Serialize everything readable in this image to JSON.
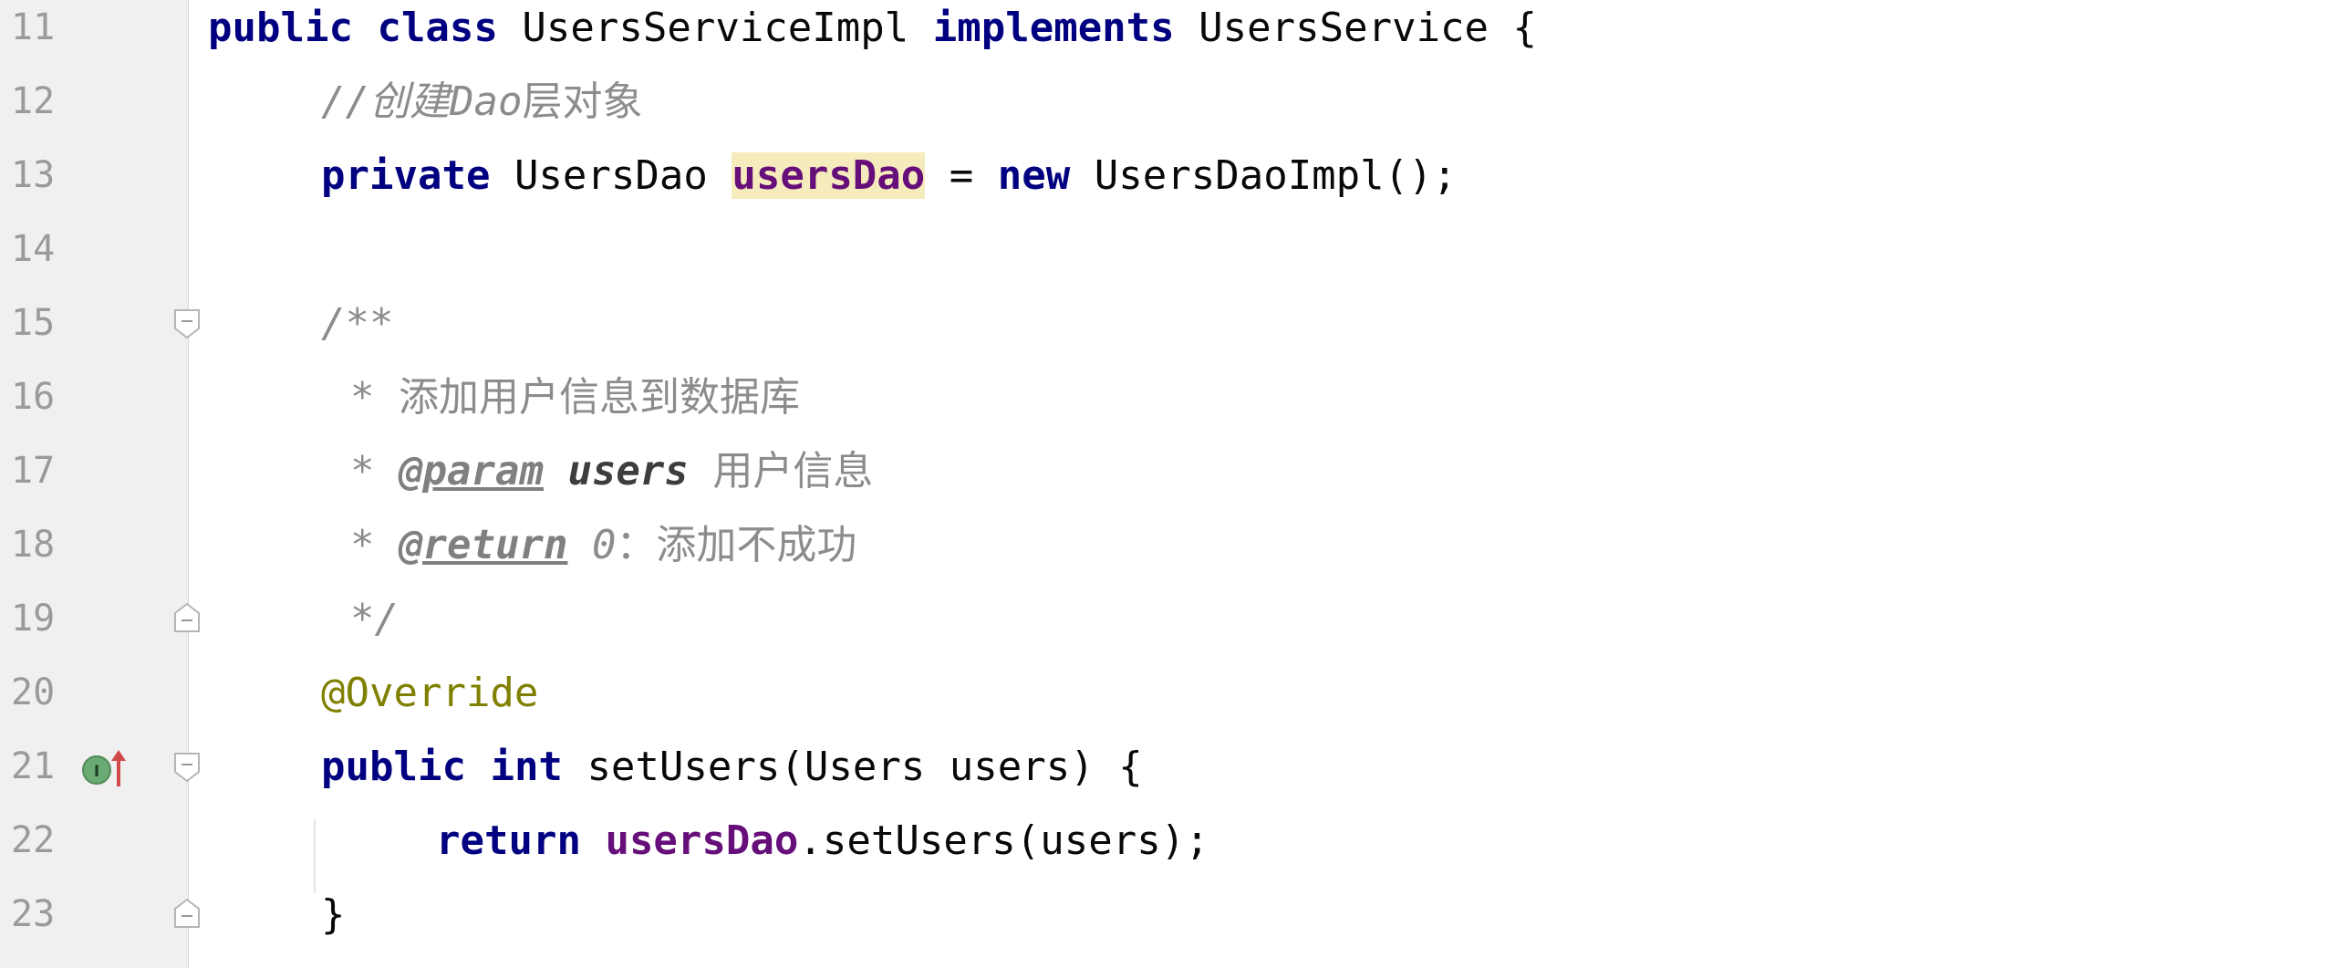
{
  "editor": {
    "lines": [
      {
        "number": "11",
        "tokens": {
          "kw1": "public",
          "kw2": "class",
          "name": "UsersServiceImpl",
          "kw3": "implements",
          "iface": "UsersService",
          "brace": "{"
        }
      },
      {
        "number": "12",
        "tokens": {
          "prefix": "//创建",
          "dao": "Dao",
          "suffix": "层对象"
        }
      },
      {
        "number": "13",
        "tokens": {
          "kw1": "private",
          "type": "UsersDao",
          "field": "usersDao",
          "eq": "=",
          "kw2": "new",
          "rest": "UsersDaoImpl();"
        }
      },
      {
        "number": "14",
        "tokens": {}
      },
      {
        "number": "15",
        "tokens": {
          "text": "/**"
        }
      },
      {
        "number": "16",
        "tokens": {
          "star": "*",
          "text": "添加用户信息到数据库"
        }
      },
      {
        "number": "17",
        "tokens": {
          "star": "*",
          "tag": "@param",
          "param": "users",
          "text": "用户信息"
        }
      },
      {
        "number": "18",
        "tokens": {
          "star": "*",
          "tag": "@return",
          "zero": "0",
          "text": "：添加不成功"
        }
      },
      {
        "number": "19",
        "tokens": {
          "text": "*/"
        }
      },
      {
        "number": "20",
        "tokens": {
          "annotation": "@Override"
        }
      },
      {
        "number": "21",
        "tokens": {
          "kw1": "public",
          "kw2": "int",
          "rest": "setUsers(Users users) {"
        }
      },
      {
        "number": "22",
        "tokens": {
          "kw1": "return",
          "field": "usersDao",
          "rest": ".setUsers(users);"
        }
      },
      {
        "number": "23",
        "tokens": {
          "brace": "}"
        }
      }
    ],
    "gutter_icon": "implements-method-icon",
    "colors": {
      "keyword": "#000080",
      "field": "#660e7a",
      "comment": "#8c8c8c",
      "annotation": "#808000",
      "highlight": "#f6ebbc",
      "gutter_bg": "#f0f0f0"
    }
  }
}
